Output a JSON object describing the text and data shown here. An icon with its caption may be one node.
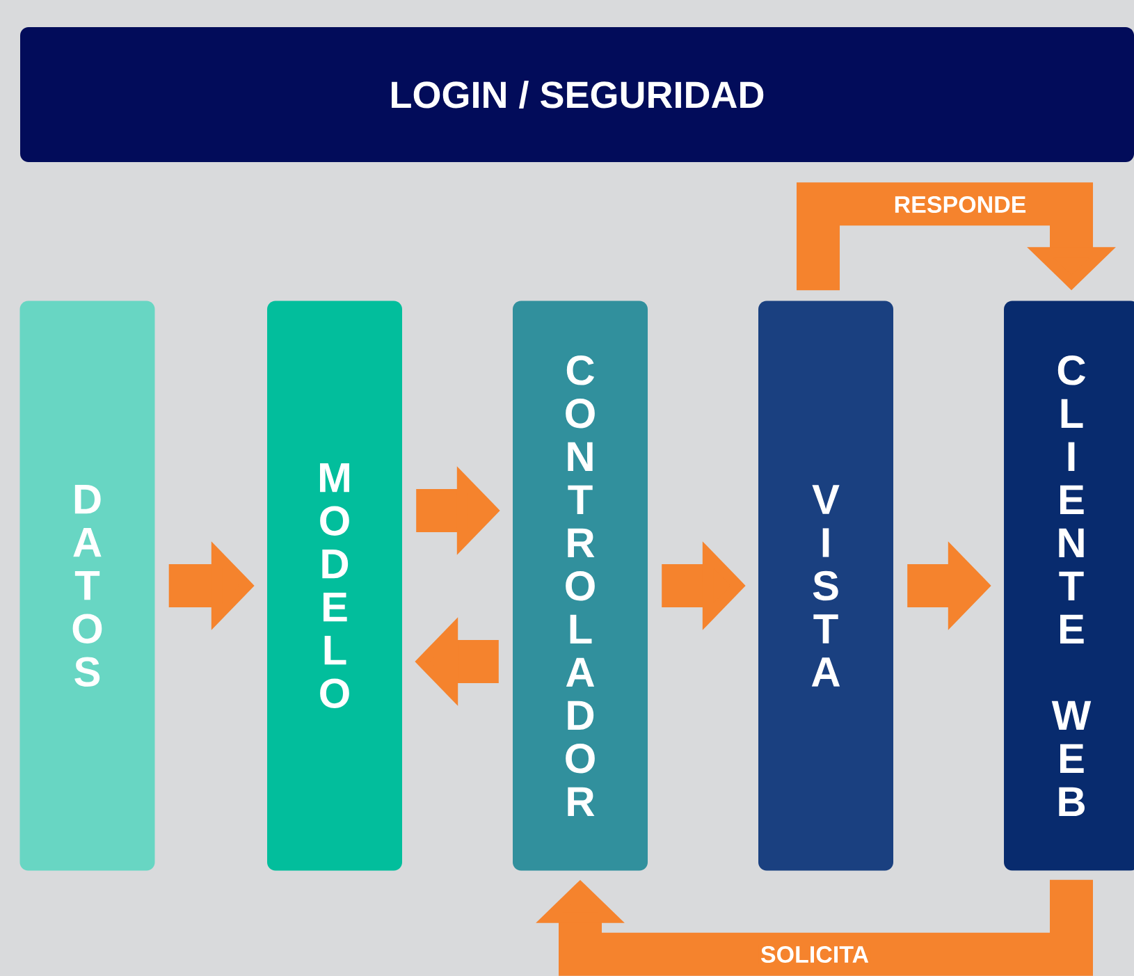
{
  "diagram": {
    "nodes": [
      {
        "text": [
          "LOGIN / SEGURIDAD"
        ]
      },
      {
        "text": [
          "DATOS"
        ]
      },
      {
        "text": [
          "MODELO"
        ]
      },
      {
        "text": [
          "CONTROLADOR"
        ]
      },
      {
        "text": [
          "VISTA"
        ]
      },
      {
        "text": [
          "CLIENTE WEB"
        ]
      }
    ],
    "edges": [
      {
        "from": 1,
        "to": 2,
        "arrow": "to"
      },
      {
        "from": 2,
        "to": 3,
        "arrow": "to"
      },
      {
        "from": 3,
        "to": 2,
        "arrow": "to"
      },
      {
        "from": 3,
        "to": 4,
        "arrow": "to"
      },
      {
        "from": 4,
        "to": 5,
        "arrow": "to"
      },
      {
        "from": 4,
        "to": 5,
        "arrow": "to",
        "label": "RESPONDE"
      },
      {
        "from": 5,
        "to": 3,
        "arrow": "to",
        "label": "SOLICITA"
      }
    ]
  }
}
